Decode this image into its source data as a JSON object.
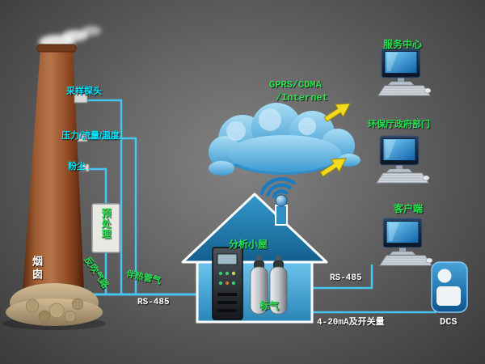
{
  "colors": {
    "background_center": "#828282",
    "background_edge": "#3a3a3a",
    "cyan_label": "#00e4ff",
    "green_label": "#27e24f",
    "white_label": "#ffffff",
    "line_cyan": "#45c6f2",
    "arrow_yellow": "#f4da1e",
    "cloud_blue": "#5cb8e8",
    "house_wall_blue": "#4aa9dd",
    "house_roof_blue": "#1f729f",
    "chimney_brown": "#a35c32",
    "dcs_blue": "#1f77c0"
  },
  "chimney": {
    "label": "烟囱",
    "sensor_labels": [
      "采样探头",
      "压力/流量/温度",
      "粉尘"
    ]
  },
  "prebox": {
    "label": "预处理"
  },
  "pipe_labels": {
    "blowback": "反吹气路",
    "heated_line": "伴热管气",
    "rs485": "RS-485"
  },
  "house": {
    "label": "分析小屋",
    "gas_label": "标气"
  },
  "cloud": {
    "label_line1": "GPRS/CDMA",
    "label_line2": "/Internet"
  },
  "computers": [
    {
      "label": "服务中心"
    },
    {
      "label": "环保厅政府部门"
    },
    {
      "label": "客户端"
    }
  ],
  "right_links": {
    "rs485": "RS-485",
    "analog": "4-20mA及开关量",
    "dcs": "DCS"
  }
}
